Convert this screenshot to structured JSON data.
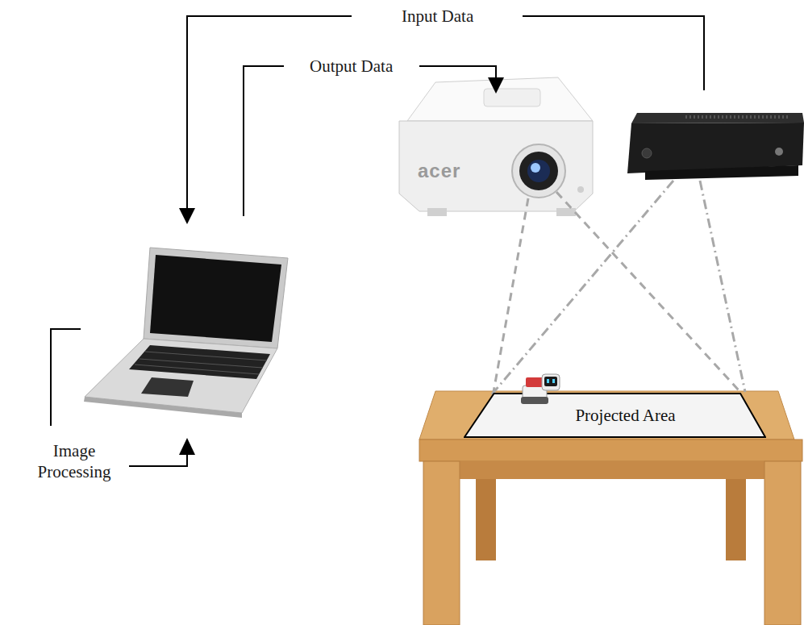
{
  "diagram": {
    "nodes": [
      {
        "text": [
          "Projected Area"
        ]
      }
    ],
    "labels": [
      "Input Data",
      "Output Data",
      "Image Processing",
      "acer"
    ]
  }
}
